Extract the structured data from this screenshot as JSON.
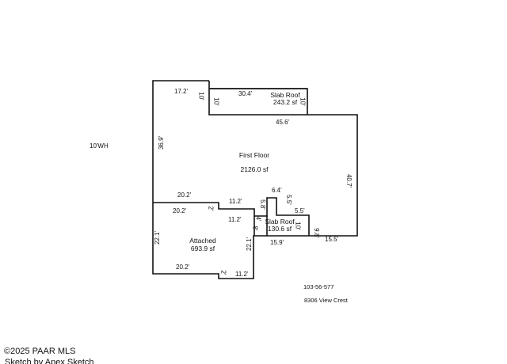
{
  "sketch": {
    "label_10wh": "10'WH",
    "first_floor": {
      "name": "First Floor",
      "area": "2126.0 sf"
    },
    "slab_roof_top": {
      "name": "Slab Roof",
      "area": "243.2 sf"
    },
    "slab_roof_mid": {
      "name": "Slab Roof",
      "area": "130.6 sf"
    },
    "attached": {
      "name": "Attached",
      "area": "693.9 sf"
    },
    "dims": {
      "d17_2": "17.2'",
      "d10_left": "10'",
      "d30_4": "30.4'",
      "d10_top_right": "10'",
      "d45_6": "45.6'",
      "d36_9": "36.9'",
      "d40_7": "40.7'",
      "d20_2_upper": "20.2'",
      "d11_2_upper": "11.2'",
      "d6_4": "6.4'",
      "d5_5_vert": "5.5'",
      "d5_5_horiz": "5.5'",
      "d2_upper": "2'",
      "d5_8": "5.8'",
      "d20_2_mid": "20.2'",
      "d11_2_mid": "11.2'",
      "d4": "4'",
      "d8": "8'",
      "d10_slab_mid": "10'",
      "d9_8": "9.8'",
      "d22_1_left": "22.1'",
      "d22_1_right": "22.1'",
      "d15_9": "15.9'",
      "d15_5": "15.5'",
      "d20_2_bottom": "20.2'",
      "d2_bottom": "2'",
      "d11_2_bottom": "11.2'"
    }
  },
  "property": {
    "parcel": "103-56-577",
    "address": "8306 View Crest"
  },
  "footer": {
    "copyright": "©2025 PAAR MLS",
    "credit": "Sketch by Apex Sketch"
  }
}
